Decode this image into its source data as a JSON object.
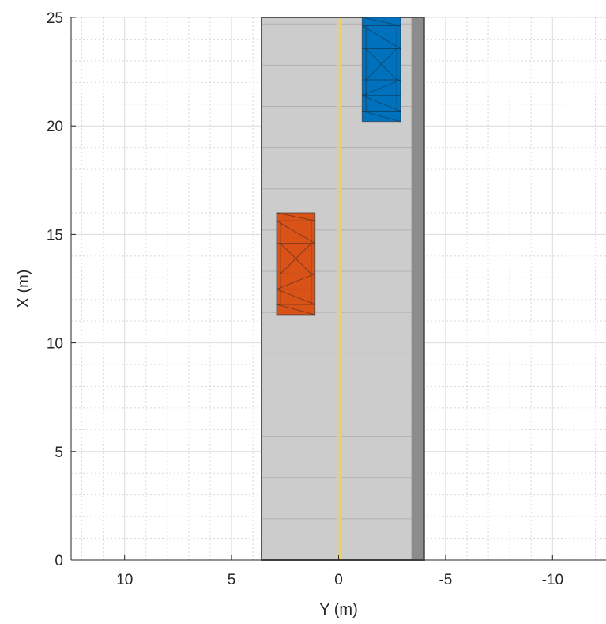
{
  "chart_data": {
    "type": "scenario-plot",
    "xlabel": "Y (m)",
    "ylabel": "X (m)",
    "x_axis_reversed": true,
    "xlim": [
      12.5,
      -12.5
    ],
    "ylim": [
      0,
      25
    ],
    "x_ticks": [
      10,
      5,
      0,
      -5,
      -10
    ],
    "x_tick_labels": [
      "10",
      "5",
      "0",
      "-5",
      "-10"
    ],
    "y_ticks": [
      0,
      5,
      10,
      15,
      20,
      25
    ],
    "y_tick_labels": [
      "0",
      "5",
      "10",
      "15",
      "20",
      "25"
    ],
    "grid": "major and minor",
    "road": {
      "y_left": 3.6,
      "y_right": -3.4,
      "x_start": 0,
      "x_end": 25,
      "shoulder_y": [
        -3.4,
        -4.0
      ],
      "surface_color": "#cccccc",
      "shoulder_color": "#8c8c8c",
      "segment_lines_x": [
        1.9,
        3.8,
        5.7,
        7.6,
        9.5,
        11.4,
        13.3,
        15.2,
        17.1,
        19.0,
        20.9,
        22.8,
        24.7
      ],
      "center_line": {
        "y": [
          0.1,
          -0.1
        ],
        "color": "#f2d259"
      }
    },
    "vehicles": [
      {
        "id": "vehicle-1",
        "color": "#0072bd",
        "x_rear": 20.2,
        "x_front": 25,
        "y_left": -1.1,
        "y_right": -2.9
      },
      {
        "id": "vehicle-2",
        "color": "#d95319",
        "x_rear": 11.3,
        "x_front": 16.0,
        "y_left": 2.9,
        "y_right": 1.1
      }
    ]
  }
}
